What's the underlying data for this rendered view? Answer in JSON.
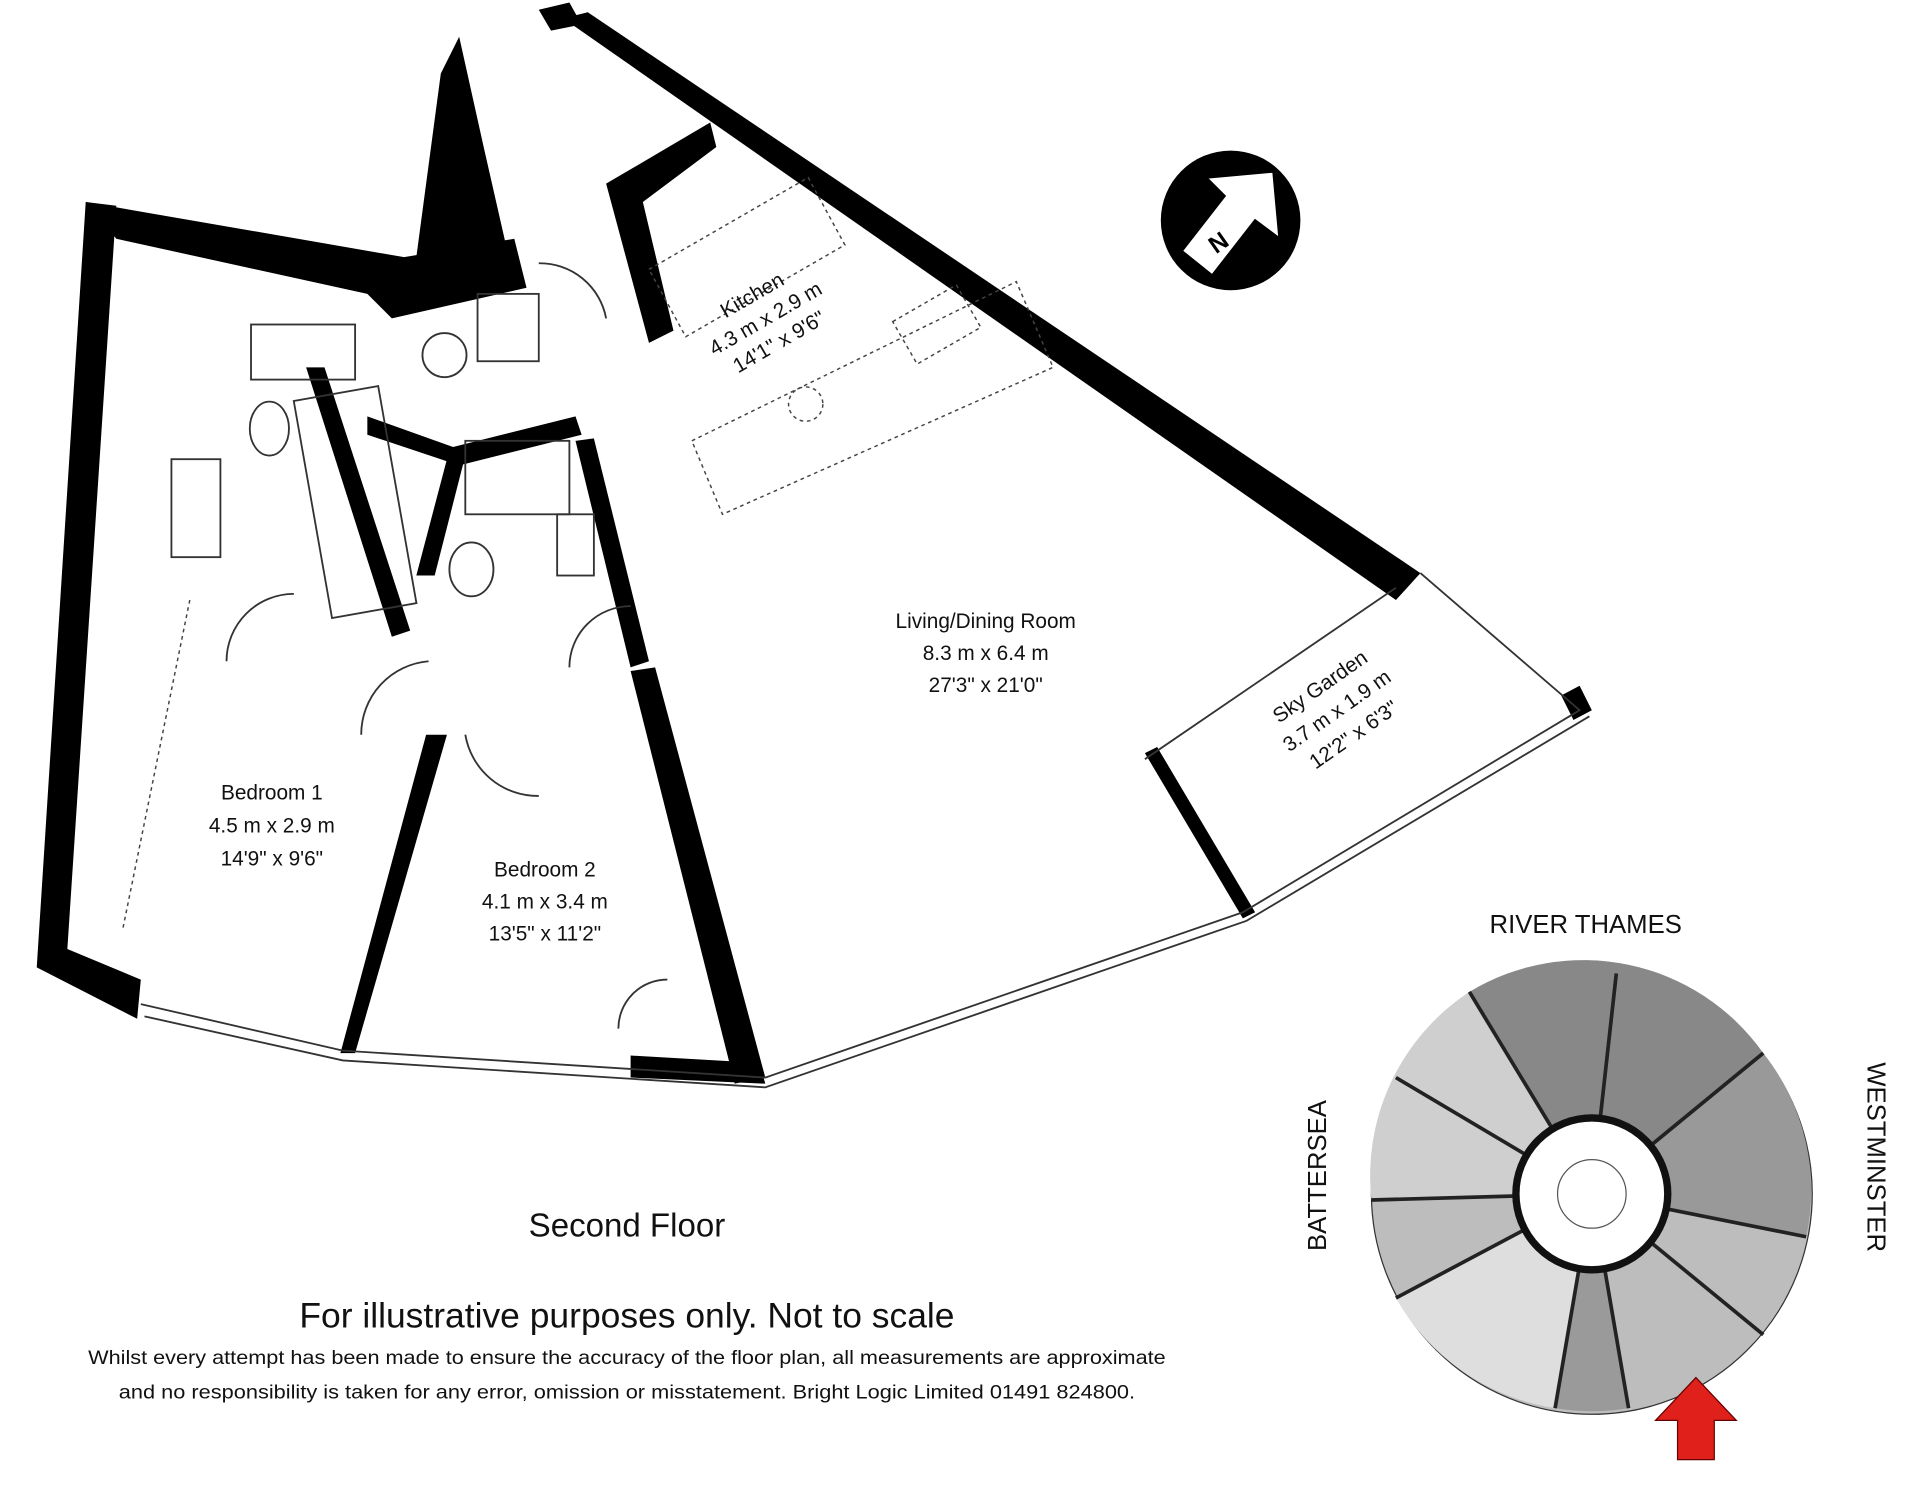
{
  "rooms": {
    "kitchen": {
      "name": "Kitchen",
      "metric": "4.3 m x 2.9 m",
      "imperial": "14'1\" x 9'6\""
    },
    "living": {
      "name": "Living/Dining Room",
      "metric": "8.3 m x 6.4 m",
      "imperial": "27'3\" x 21'0\""
    },
    "sky_garden": {
      "name": "Sky Garden",
      "metric": "3.7 m x 1.9 m",
      "imperial": "12'2\" x 6'3\""
    },
    "bedroom1": {
      "name": "Bedroom 1",
      "metric": "4.5 m x 2.9 m",
      "imperial": "14'9\" x 9'6\""
    },
    "bedroom2": {
      "name": "Bedroom 2",
      "metric": "4.1 m x 3.4 m",
      "imperial": "13'5\" x 11'2\""
    }
  },
  "compass": {
    "label": "N"
  },
  "floor_label": "Second Floor",
  "disclaimer": {
    "title": "For illustrative purposes only. Not to scale",
    "line1": "Whilst every attempt has been made to ensure the accuracy of the floor plan, all measurements are approximate",
    "line2": "and no responsibility is taken for any error, omission or misstatement. Bright Logic Limited 01491 824800."
  },
  "site_plan": {
    "north": "RIVER THAMES",
    "west": "BATTERSEA",
    "east": "WESTMINSTER",
    "marker_color": "#e0201b"
  }
}
